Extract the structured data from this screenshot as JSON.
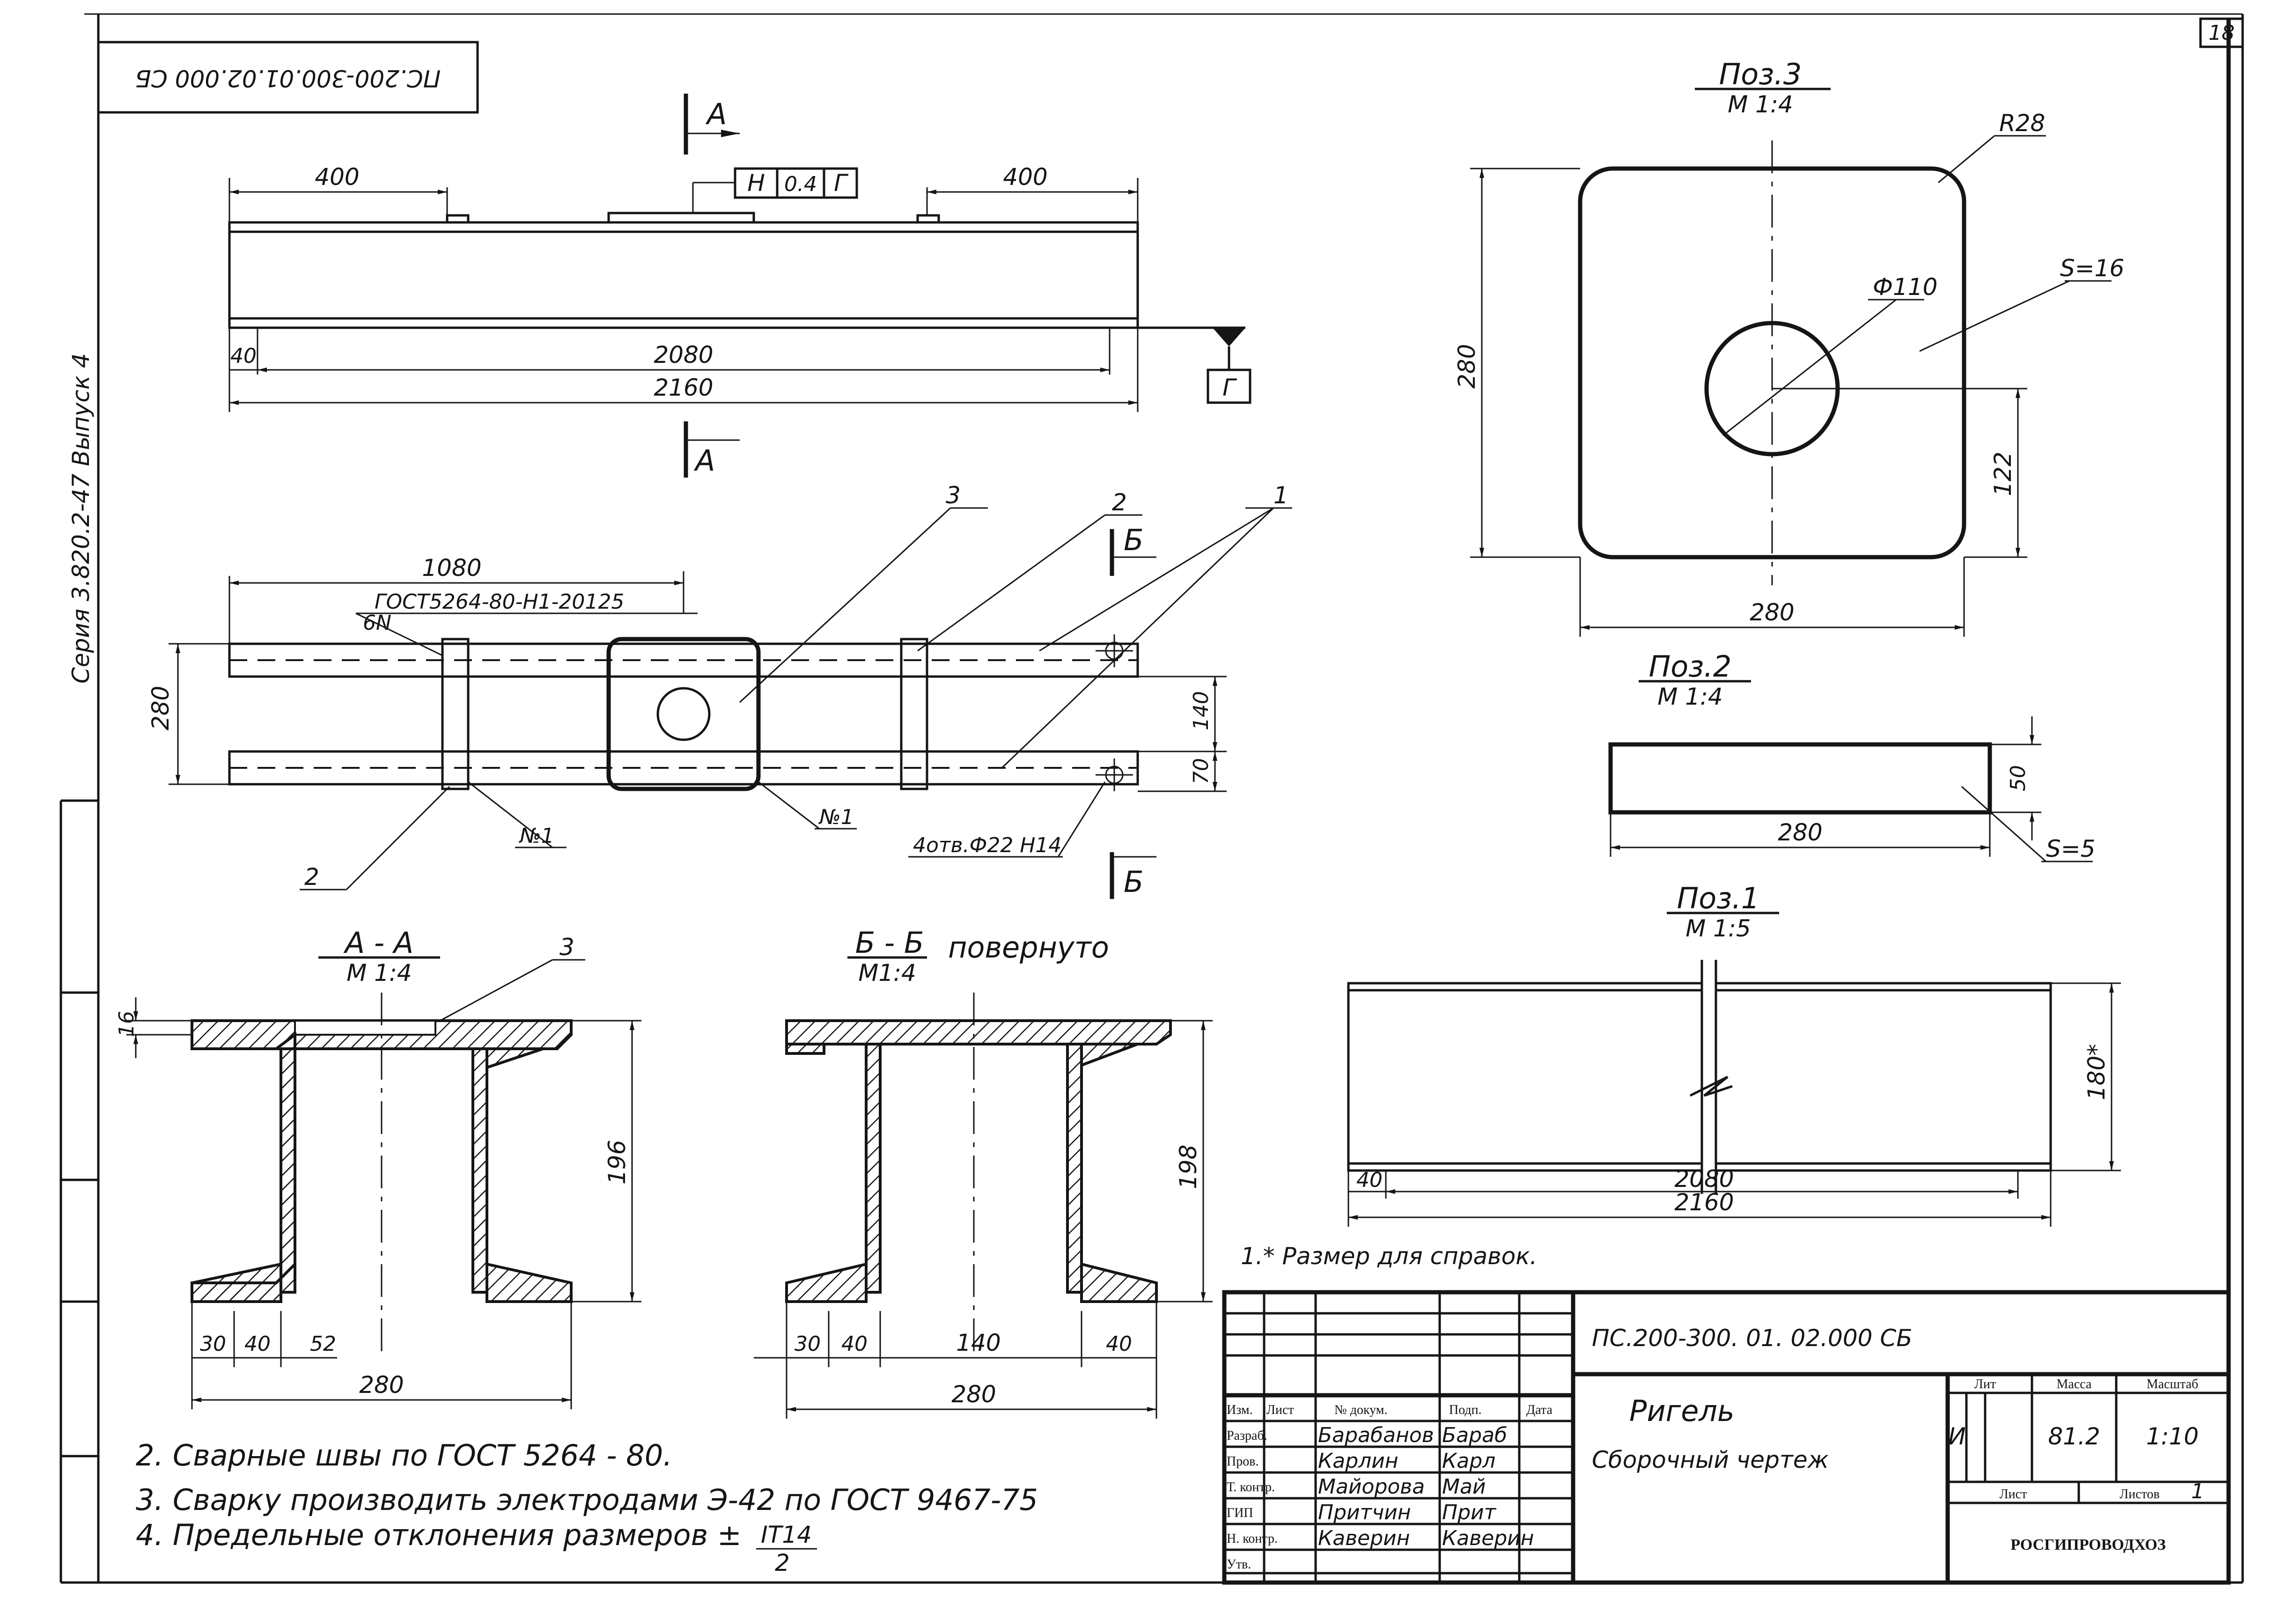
{
  "sheet_number": "18",
  "doc_code_rotated": "ПС.200-300.01.02.000 СБ",
  "series_label": "Серия 3.820.2-47 Выпуск 4",
  "views": {
    "section_a_top": "А",
    "section_a_bottom": "А",
    "section_b_top": "Б",
    "section_b_bottom": "Б",
    "dim_400_left": "400",
    "dim_400_right": "400",
    "tolerance_h": "Н",
    "tolerance_val": "0.4",
    "tolerance_g": "Г",
    "datum_g": "Г",
    "dim_40": "40",
    "dim_2080": "2080",
    "dim_2160": "2160",
    "dim_1080": "1080",
    "weld_note": "ГОСТ5264-80-Н1-20125",
    "weld_leg": "6N",
    "dim_280_side": "280",
    "dim_140": "140",
    "dim_70": "70",
    "weld_n1_a": "№1",
    "weld_n1_b": "№1",
    "holes_note": "4отв.Ф22 Н14",
    "pos_1": "1",
    "pos_2a": "2",
    "pos_2b": "2",
    "pos_3": "3"
  },
  "section_aa": {
    "title": "А - А",
    "scale": "М 1:4",
    "pos": "3",
    "dim_16": "16",
    "dim_196": "196",
    "dim_30": "30",
    "dim_40": "40",
    "dim_52": "52",
    "dim_280": "280"
  },
  "section_bb": {
    "title": "Б - Б",
    "scale": "М1:4",
    "rotated": "повернуто",
    "dim_198": "198",
    "dim_30": "30",
    "dim_40a": "40",
    "dim_140": "140",
    "dim_40b": "40",
    "dim_280": "280"
  },
  "pos3": {
    "title": "Поз.3",
    "scale": "М 1:4",
    "radius": "R28",
    "thickness": "S=16",
    "hole": "Ф110",
    "dim_280_v": "280",
    "dim_280_h": "280",
    "dim_122": "122"
  },
  "pos2": {
    "title": "Поз.2",
    "scale": "М 1:4",
    "dim_50": "50",
    "dim_280": "280",
    "thickness": "S=5"
  },
  "pos1": {
    "title": "Поз.1",
    "scale": "М 1:5",
    "dim_180": "180*",
    "dim_40": "40",
    "dim_2080": "2080",
    "dim_2160": "2160"
  },
  "notes": {
    "note1": "1.* Размер для справок.",
    "note2": "2. Сварные швы по ГОСТ 5264 - 80.",
    "note3": "3. Сварку производить электродами Э-42 по ГОСТ 9467-75",
    "note4": "4. Предельные отклонения размеров ±",
    "note4_frac_num": "IT14",
    "note4_frac_den": "2"
  },
  "title_block": {
    "doc_code": "ПС.200-300. 01. 02.000 СБ",
    "name_line1": "Ригель",
    "name_line2": "Сборочный чертеж",
    "headers": {
      "izm": "Изм.",
      "list": "Лист",
      "ndoc": "№ докум.",
      "podp": "Подп.",
      "data": "Дата",
      "lit": "Лит",
      "massa": "Масса",
      "masshtab": "Масштаб",
      "list2": "Лист",
      "listov": "Листов"
    },
    "rows": [
      {
        "role": "Разраб.",
        "name": "Барабанов",
        "sign": "Бараб"
      },
      {
        "role": "Пров.",
        "name": "Карлин",
        "sign": "Карл"
      },
      {
        "role": "Т. контр.",
        "name": "Майорова",
        "sign": "Май"
      },
      {
        "role": "ГИП",
        "name": "Притчин",
        "sign": "Прит"
      },
      {
        "role": "Н. контр.",
        "name": "Каверин",
        "sign": "Каверин"
      },
      {
        "role": "Утв.",
        "name": "",
        "sign": ""
      }
    ],
    "lit_value": "И",
    "mass_value": "81.2",
    "scale_value": "1:10",
    "sheets_value": "1",
    "org": "РОСГИПРОВОДХОЗ"
  }
}
